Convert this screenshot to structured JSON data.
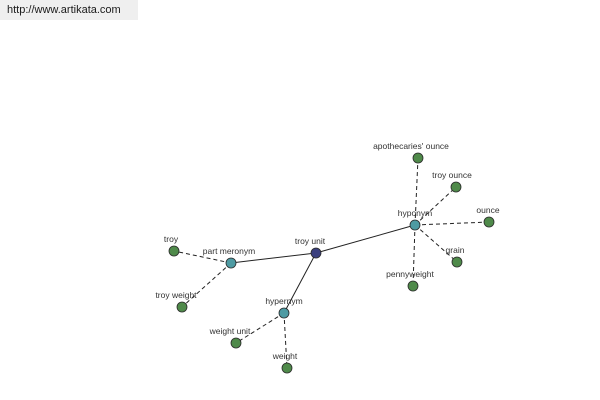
{
  "header": {
    "url": "http://www.artikata.com"
  },
  "colors": {
    "center": "#3a3f7e",
    "relation": "#4e9ba3",
    "leaf": "#4f8a4a"
  },
  "graph": {
    "nodes": [
      {
        "id": "troy-unit",
        "label": "troy unit",
        "kind": "center"
      },
      {
        "id": "part-meronym",
        "label": "part meronym",
        "kind": "relation"
      },
      {
        "id": "hypernym",
        "label": "hypernym",
        "kind": "relation"
      },
      {
        "id": "hyponym",
        "label": "hyponym",
        "kind": "relation"
      },
      {
        "id": "troy",
        "label": "troy",
        "kind": "leaf"
      },
      {
        "id": "troy-weight",
        "label": "troy weight",
        "kind": "leaf"
      },
      {
        "id": "weight-unit",
        "label": "weight unit",
        "kind": "leaf"
      },
      {
        "id": "weight",
        "label": "weight",
        "kind": "leaf"
      },
      {
        "id": "apothecaries-ounce",
        "label": "apothecaries' ounce",
        "kind": "leaf"
      },
      {
        "id": "troy-ounce",
        "label": "troy ounce",
        "kind": "leaf"
      },
      {
        "id": "ounce",
        "label": "ounce",
        "kind": "leaf"
      },
      {
        "id": "grain",
        "label": "grain",
        "kind": "leaf"
      },
      {
        "id": "pennyweight",
        "label": "pennyweight",
        "kind": "leaf"
      }
    ],
    "edges": [
      {
        "from": "troy-unit",
        "to": "part-meronym",
        "style": "solid"
      },
      {
        "from": "troy-unit",
        "to": "hypernym",
        "style": "solid"
      },
      {
        "from": "troy-unit",
        "to": "hyponym",
        "style": "solid"
      },
      {
        "from": "part-meronym",
        "to": "troy",
        "style": "dashed"
      },
      {
        "from": "part-meronym",
        "to": "troy-weight",
        "style": "dashed"
      },
      {
        "from": "hypernym",
        "to": "weight-unit",
        "style": "dashed"
      },
      {
        "from": "hypernym",
        "to": "weight",
        "style": "dashed"
      },
      {
        "from": "hyponym",
        "to": "apothecaries-ounce",
        "style": "dashed"
      },
      {
        "from": "hyponym",
        "to": "troy-ounce",
        "style": "dashed"
      },
      {
        "from": "hyponym",
        "to": "ounce",
        "style": "dashed"
      },
      {
        "from": "hyponym",
        "to": "grain",
        "style": "dashed"
      },
      {
        "from": "hyponym",
        "to": "pennyweight",
        "style": "dashed"
      }
    ]
  }
}
